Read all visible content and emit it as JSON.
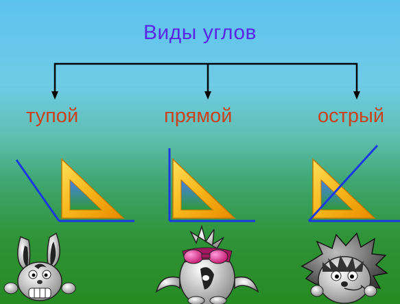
{
  "title": "Виды  углов",
  "angles": [
    {
      "label": "тупой"
    },
    {
      "label": "прямой"
    },
    {
      "label": "острый"
    }
  ],
  "colors": {
    "title": "#5a26e6",
    "labels": "#c8421a",
    "lines": "#1a3ae0",
    "triangle_frame": "#f0b400"
  },
  "characters": [
    "rabbit-icon",
    "owl-icon",
    "hedgehog-icon"
  ]
}
